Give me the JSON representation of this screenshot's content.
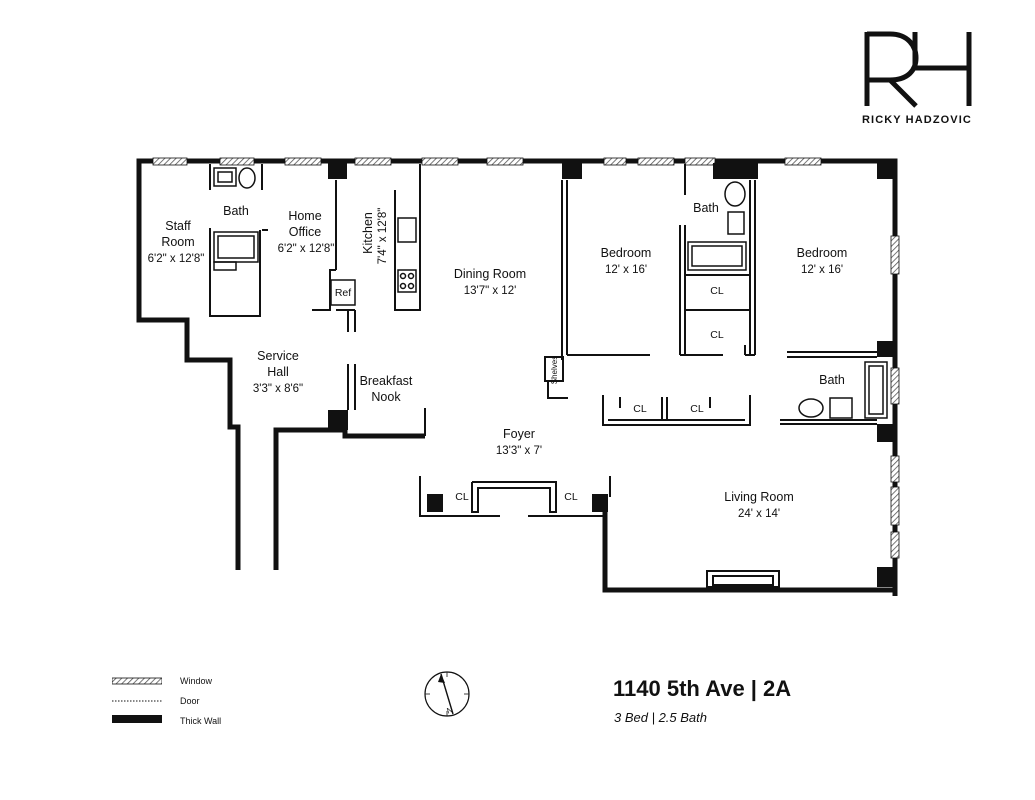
{
  "brand": {
    "name": "RICKY HADZOVIC",
    "logo_letters": "RH"
  },
  "listing": {
    "address": "1140 5th Ave | 2A",
    "summary": "3 Bed | 2.5 Bath"
  },
  "legend": [
    {
      "key": "window",
      "label": "Window"
    },
    {
      "key": "door",
      "label": "Door"
    },
    {
      "key": "thick_wall",
      "label": "Thick Wall"
    }
  ],
  "compass": {
    "north_label": "N"
  },
  "rooms": {
    "staff_room": {
      "name_line1": "Staff",
      "name_line2": "Room",
      "dims": "6'2\" x 12'8\""
    },
    "bath_staff": {
      "name": "Bath"
    },
    "home_office": {
      "name_line1": "Home",
      "name_line2": "Office",
      "dims": "6'2\" x 12'8\""
    },
    "kitchen": {
      "name": "Kitchen",
      "dims": "7'4\" x 12'8\""
    },
    "ref": {
      "name": "Ref"
    },
    "dining_room": {
      "name": "Dining Room",
      "dims": "13'7\" x 12'"
    },
    "service_hall": {
      "name_line1": "Service",
      "name_line2": "Hall",
      "dims": "3'3\" x 8'6\""
    },
    "breakfast_nook": {
      "name_line1": "Breakfast",
      "name_line2": "Nook"
    },
    "foyer": {
      "name": "Foyer",
      "dims": "13'3\" x 7'"
    },
    "bedroom_1": {
      "name": "Bedroom",
      "dims": "12' x 16'"
    },
    "bath_middle": {
      "name": "Bath"
    },
    "bedroom_2": {
      "name": "Bedroom",
      "dims": "12' x 16'"
    },
    "bath_right": {
      "name": "Bath"
    },
    "living_room": {
      "name": "Living Room",
      "dims": "24' x 14'"
    },
    "shelves": {
      "name": "Shelves"
    },
    "closet_label": "CL"
  },
  "colors": {
    "wall": "#111111",
    "window_hatch": "#555555",
    "background": "#ffffff"
  }
}
